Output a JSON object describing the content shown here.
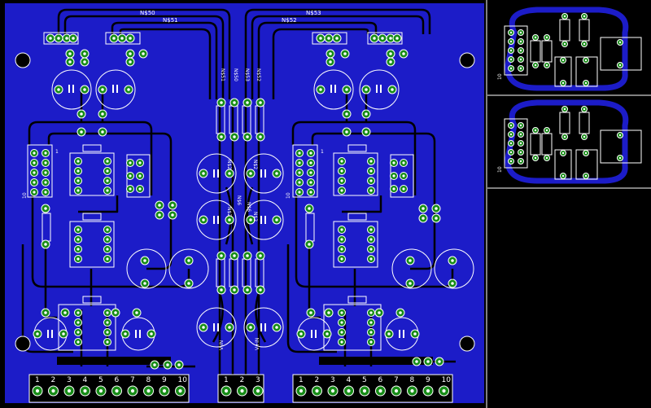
{
  "colors": {
    "background": "#000000",
    "board": "#1c1cc8",
    "trace": "#000000",
    "pad": "#178c17",
    "outline": "#ffffff"
  },
  "net_labels": [
    "N$50",
    "N$51",
    "N$53",
    "N$52"
  ],
  "vertical_labels": [
    "N$51",
    "N$50",
    "N$53",
    "N$52"
  ],
  "pin_label_one": "1",
  "pin_label_ten": "10",
  "terminal_left": [
    "1",
    "2",
    "3",
    "4",
    "5",
    "6",
    "7",
    "8",
    "9",
    "10"
  ],
  "terminal_center": [
    "1",
    "2",
    "3"
  ],
  "terminal_right": [
    "1",
    "2",
    "3",
    "4",
    "5",
    "6",
    "7",
    "8",
    "9",
    "10"
  ],
  "power_labels": [
    "V-IN",
    "V+IN"
  ],
  "cap_labels": [
    "N$2",
    "N$2",
    "N$2",
    "N$6",
    "N$6",
    "N$2"
  ]
}
